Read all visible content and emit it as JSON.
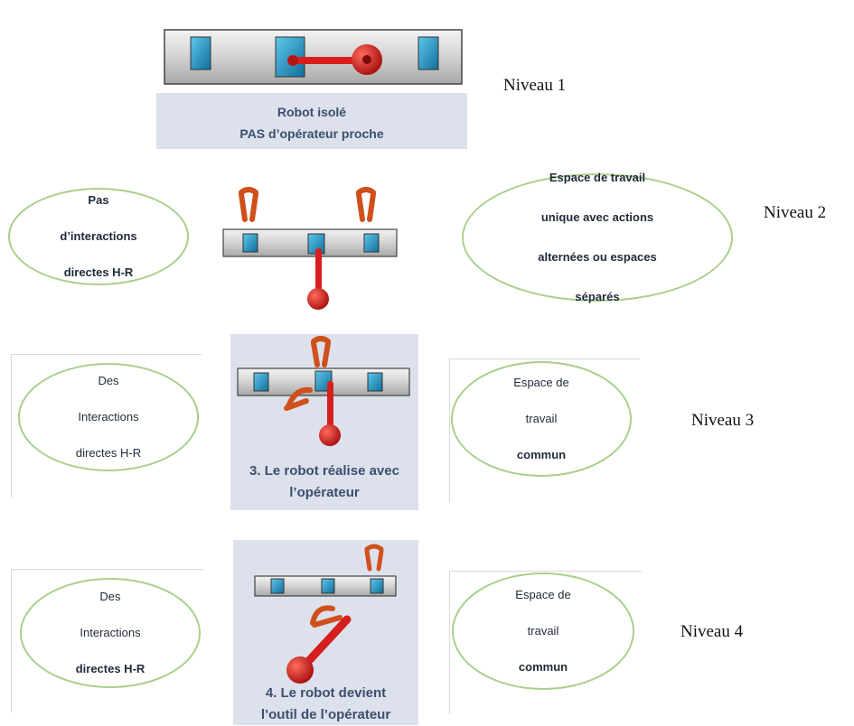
{
  "levels": [
    {
      "label": "Niveau 1",
      "caption": "Robot isolé\nPAS d’opérateur proche"
    },
    {
      "label": "Niveau 2",
      "left_ellipse": [
        "Pas",
        "d’interactions",
        "directes  H-R"
      ],
      "right_ellipse": [
        "Espace de travail",
        "unique  avec actions",
        "alternées ou espaces",
        "séparés"
      ]
    },
    {
      "label": "Niveau 3",
      "caption": "3. Le robot réalise avec\nl’opérateur",
      "left_ellipse": [
        "Des",
        "Interactions",
        "directes  H-R"
      ],
      "right_ellipse": [
        "Espace de",
        "travail",
        "commun"
      ]
    },
    {
      "label": "Niveau 4",
      "caption": "4. Le robot devient\nl’outil de l’opérateur",
      "left_ellipse": [
        "Des",
        "Interactions",
        "directes  H-R"
      ],
      "right_ellipse": [
        "Espace de",
        "travail",
        "commun"
      ]
    }
  ],
  "colors": {
    "robot_red": "#d71f1f",
    "station_blue": "#1a93c4",
    "ellipse_border": "#a9cf8c",
    "caption_text": "#3b4f6e",
    "panel_bg": "#dce1ec"
  },
  "icons": [
    "robot-arm-icon",
    "operator-hands-icon",
    "workstation-bar-icon"
  ]
}
